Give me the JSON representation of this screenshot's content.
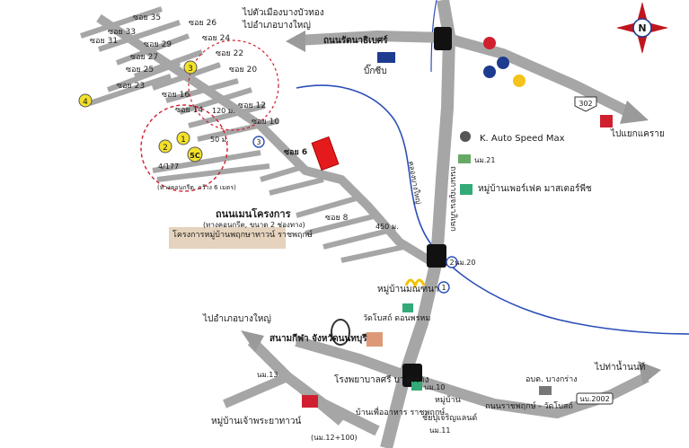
{
  "compass": {
    "letter": "N"
  },
  "labels": {
    "to_bang_bua_thong": "ไปตัวเมืองบางบัวทอง",
    "to_bang_yai_top": "ไปอำเภอบางใหญ่",
    "rattanathibet_road": "ถนนรัตนาธิเบศร์",
    "bigc": "บิ๊กซีบ",
    "to_khae_rai": "ไปแยกแคราย",
    "k_auto": "K. Auto Speed Max",
    "nm21": "นม.21",
    "village_pipe": "หมู่บ้านเพอร์เฟค มาสเตอร์พีช",
    "kanchana_road": "ถนนกาญจนาภิเษก",
    "project_road": "ถนนเมนโครงการ",
    "project_road_sub": "(ทางคอนกรีต, ขนาด 2 ช่องทาง)",
    "project_name": "โครงการหมู่บ้านพฤกษาทาวน์ ราชพฤกษ์",
    "soi6": "ซอย 6",
    "dist_450": "450 ม.",
    "dist_120": "120 ม.",
    "dist_50": "50 ม.",
    "plot": "4/177",
    "plot_sub": "(ทางคอนกรีต, กว้าง 6 เมตร)",
    "khlong": "คลองบางใหญ่",
    "village_monthon": "หมู่บ้านมณฑนา",
    "temple": "วัดโบสถ์ ดอนพรหม",
    "to_bang_yai_bottom": "ไปอำเภอบางใหญ่",
    "stadium": "สนามกีฬา จังหวัดนนทบุรี",
    "nm13": "นม.13",
    "hospital": "โรงพยาบาลศรี บางกร่าง",
    "market": "บ้านเพื่ออาหาร ราชพฤกษ์",
    "nm10": "นม.10",
    "village_bottom": "หมู่บ้าน",
    "village_bottom2": "ชัยปุเจริญแลนด์",
    "nm11": "นม.11",
    "village_chaophraya": "หมู่บ้านเจ้าพระยาทาวน์",
    "nm12_100": "(นม.12+100)",
    "bang_krang": "อบต. บางกร่าง",
    "to_tha_nam": "ไปท่าน้ำนนท์",
    "rachaphruek_road": "ถนนราชพฤกษ์ - วัดโบสถ์",
    "route_302": "302",
    "route_2002": "นบ.2002",
    "nm20": "นม.20",
    "badge_sc": "5C"
  },
  "soi_labels": [
    "ซอย 35",
    "ซอย 33",
    "ซอย 31",
    "ซอย 29",
    "ซอย 27",
    "ซอย 25",
    "ซอย 23",
    "ซอย 26",
    "ซอย 24",
    "ซอย 22",
    "ซอย 20",
    "ซอย 16",
    "ซอย 14",
    "ซอย 12",
    "ซอย 10",
    "ซอย 8"
  ],
  "landmark_numbers": [
    "1",
    "2",
    "3",
    "4",
    "3",
    "2",
    "1"
  ],
  "colors": {
    "road": "#a6a6a6",
    "river": "#2b4fb8",
    "highlight_border": "#d01f2f",
    "arrow": "#9a9a9a",
    "marker_yellow": "#f4e22a"
  }
}
